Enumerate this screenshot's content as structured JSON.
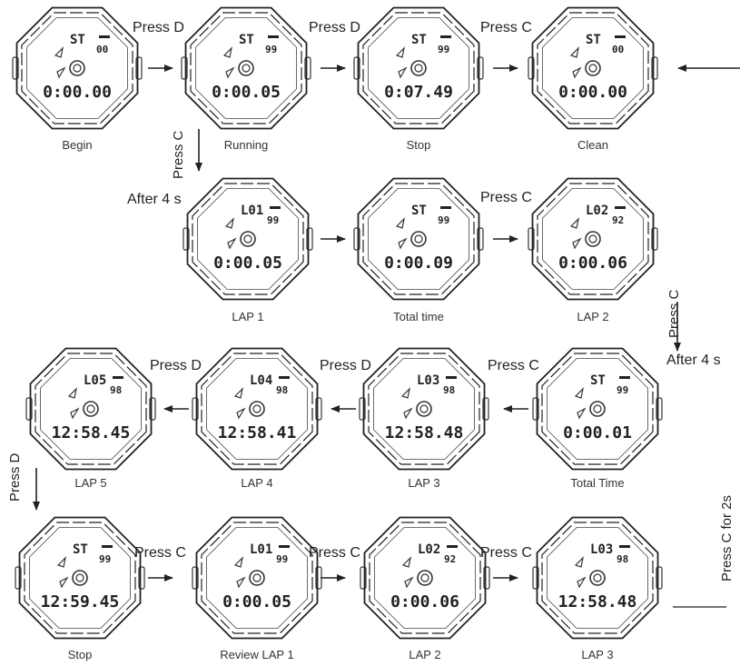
{
  "captions": [
    "Begin",
    "Running",
    "Stop",
    "Clean",
    "LAP 1",
    "Total time",
    "LAP 2",
    "LAP 5",
    "LAP 4",
    "LAP 3",
    "Total Time",
    "Stop",
    "Review LAP 1",
    "LAP 2",
    "LAP 3"
  ],
  "actions": {
    "a1": "Press D",
    "a2": "Press D",
    "a3": "Press C",
    "a4": "Press C",
    "a5": "Press D",
    "a6": "Press D",
    "a7": "Press C",
    "a8": "Press C",
    "a9": "Press C",
    "a10": "Press C"
  },
  "vertical_actions": {
    "v1": "Press C",
    "v2": "Press C",
    "v3": "Press D",
    "v4": "Press C for 2s"
  },
  "delays": {
    "d1": "After 4 s",
    "d2": "After 4 s"
  },
  "displays": [
    {
      "top": "ST",
      "sub": "00",
      "time": "0:00.00"
    },
    {
      "top": "ST",
      "sub": "99",
      "time": "0:00.05"
    },
    {
      "top": "ST",
      "sub": "99",
      "time": "0:07.49"
    },
    {
      "top": "ST",
      "sub": "00",
      "time": "0:00.00"
    },
    {
      "top": "L01",
      "sub": "99",
      "time": "0:00.05"
    },
    {
      "top": "ST",
      "sub": "99",
      "time": "0:00.09"
    },
    {
      "top": "L02",
      "sub": "92",
      "time": "0:00.06"
    },
    {
      "top": "L05",
      "sub": "98",
      "time": "12:58.45"
    },
    {
      "top": "L04",
      "sub": "98",
      "time": "12:58.41"
    },
    {
      "top": "L03",
      "sub": "98",
      "time": "12:58.48"
    },
    {
      "top": "ST",
      "sub": "99",
      "time": "0:00.01"
    },
    {
      "top": "ST",
      "sub": "99",
      "time": "12:59.45"
    },
    {
      "top": "L01",
      "sub": "99",
      "time": "0:00.05"
    },
    {
      "top": "L02",
      "sub": "92",
      "time": "0:00.06"
    },
    {
      "top": "L03",
      "sub": "98",
      "time": "12:58.48"
    }
  ]
}
